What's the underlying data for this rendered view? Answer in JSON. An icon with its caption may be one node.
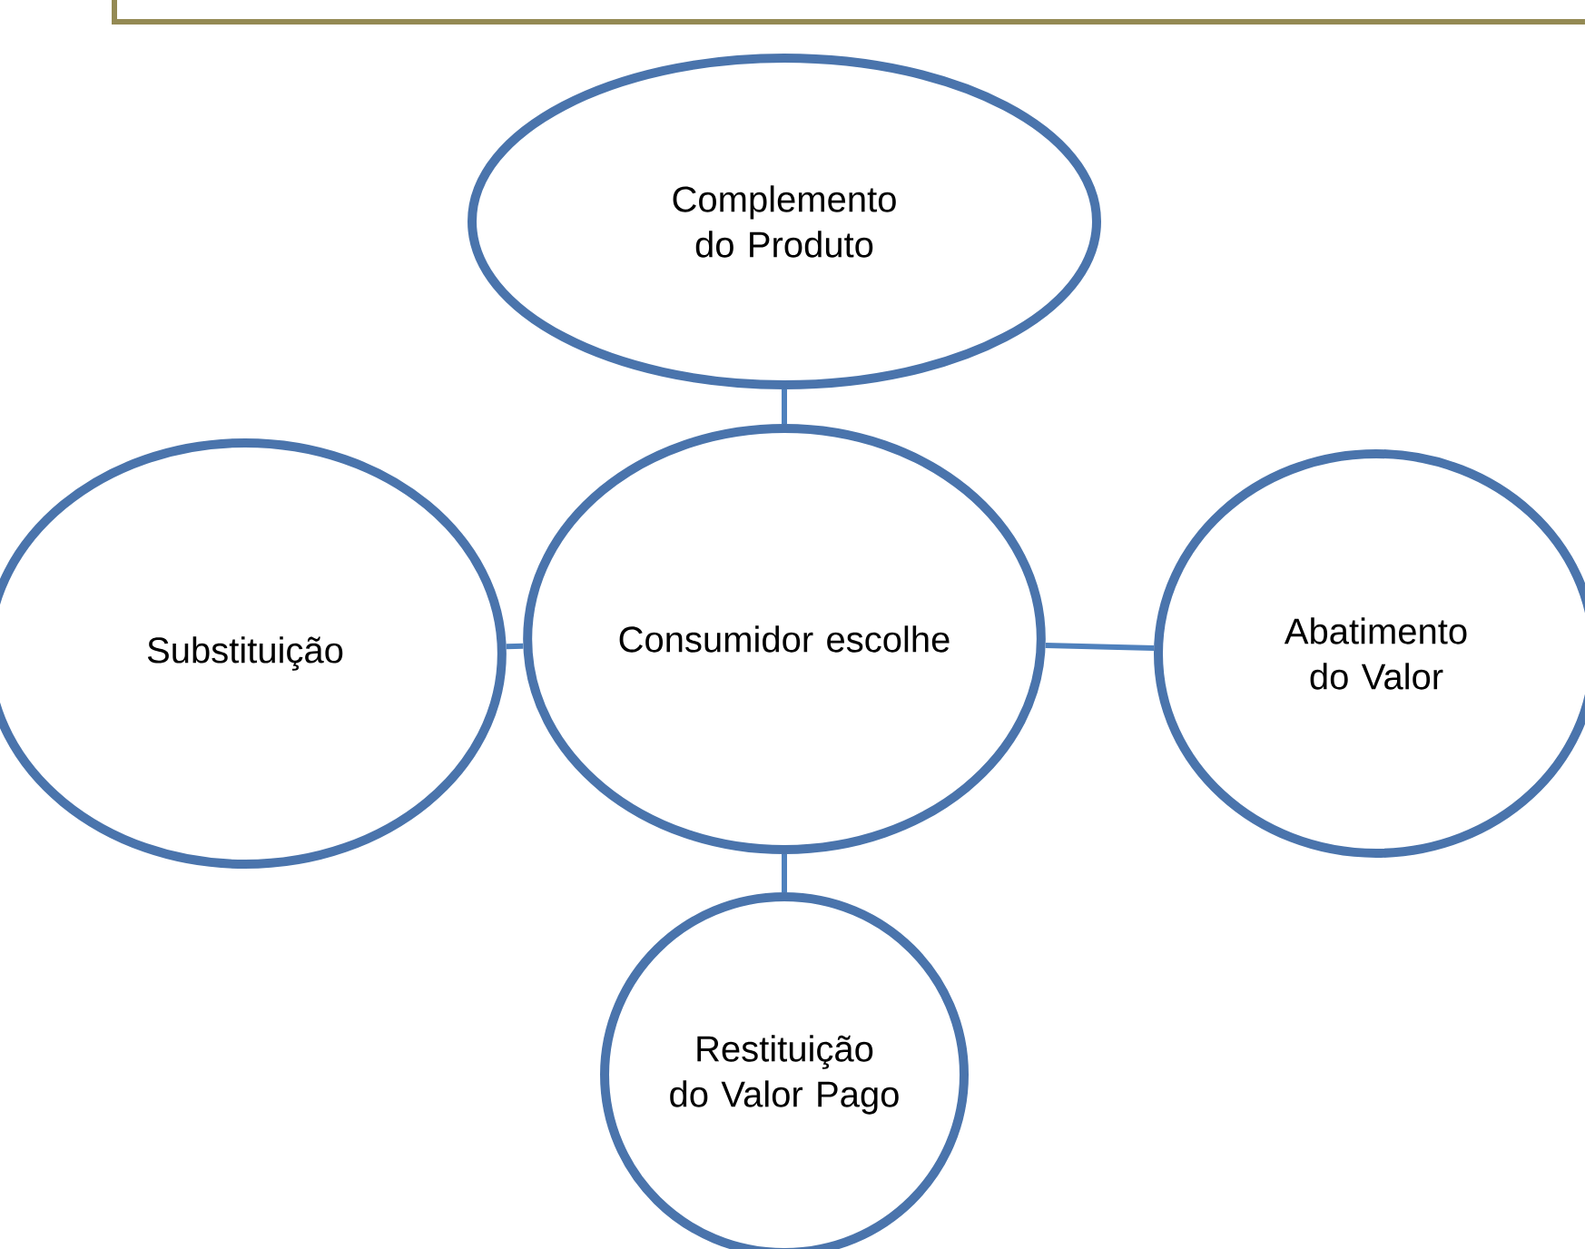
{
  "diagram": {
    "nodes": [
      {
        "text": [
          "Complemento do Produto"
        ]
      },
      {
        "text": [
          "Substituição"
        ]
      },
      {
        "text": [
          "Consumidor escolhe"
        ]
      },
      {
        "text": [
          "Abatimento do Valor"
        ]
      },
      {
        "text": [
          "Restituição do Valor Pago"
        ]
      }
    ],
    "edges": [
      {
        "from": 2,
        "to": 0,
        "arrow": "none"
      },
      {
        "from": 2,
        "to": 1,
        "arrow": "none"
      },
      {
        "from": 2,
        "to": 3,
        "arrow": "none"
      },
      {
        "from": 2,
        "to": 4,
        "arrow": "none"
      }
    ]
  }
}
